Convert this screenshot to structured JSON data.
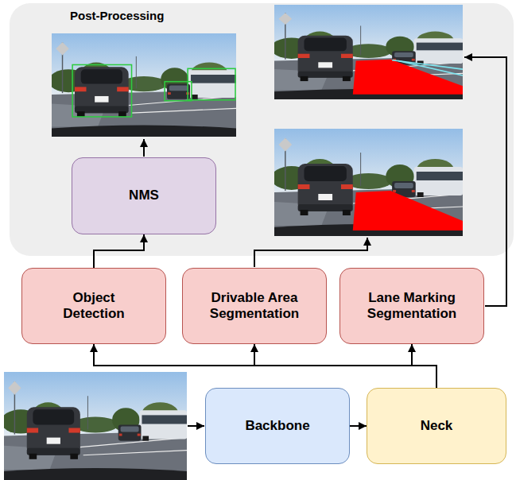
{
  "diagram": {
    "nodes": [
      {
        "text": [
          "Post-Processing"
        ]
      },
      {
        "text": [
          "NMS"
        ],
        "in": 0
      },
      {
        "text": [
          "Object Detection"
        ]
      },
      {
        "text": [
          "Drivable Area Segmentation"
        ]
      },
      {
        "text": [
          "Lane Marking Segmentation"
        ]
      },
      {
        "text": [
          "Backbone"
        ]
      },
      {
        "text": [
          "Neck"
        ]
      }
    ],
    "edges": [
      {
        "from": 5,
        "to": 6,
        "arrow": "to"
      },
      {
        "from": 6,
        "to": 2,
        "arrow": "to"
      },
      {
        "from": 6,
        "to": 3,
        "arrow": "to"
      },
      {
        "from": 6,
        "to": 4,
        "arrow": "to"
      },
      {
        "from": 2,
        "to": 1,
        "arrow": "to"
      }
    ]
  }
}
